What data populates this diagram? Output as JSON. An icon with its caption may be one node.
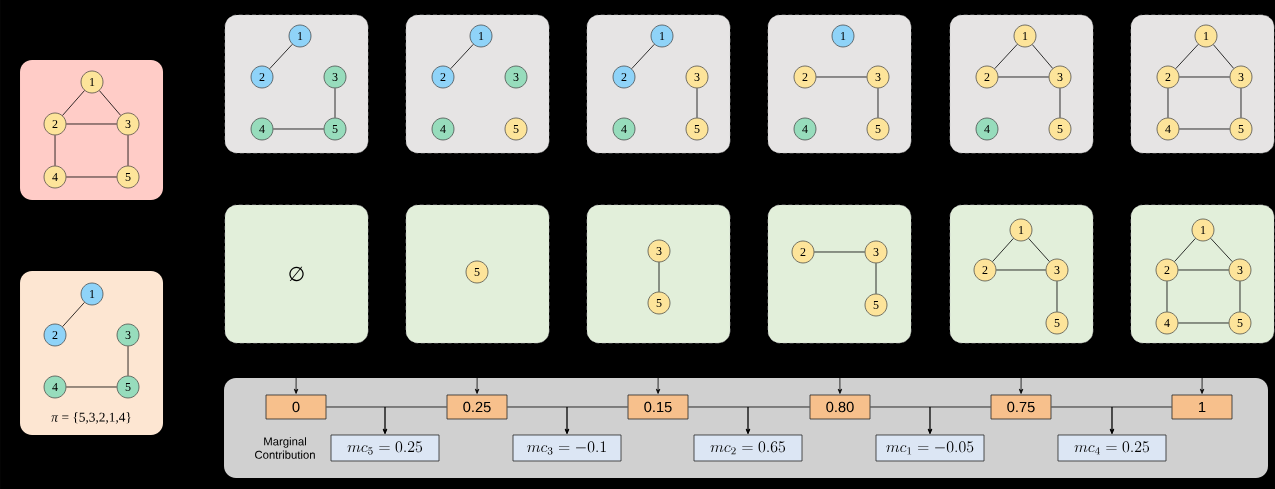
{
  "diagram": {
    "nodes": [
      {
        "text": [],
        "shape": "box"
      },
      {
        "text": [
          "1"
        ],
        "in": 0
      },
      {
        "text": [
          "2"
        ],
        "in": 0
      },
      {
        "text": [
          "3"
        ],
        "in": 0
      },
      {
        "text": [
          "4"
        ],
        "in": 0
      },
      {
        "text": [
          "5"
        ],
        "in": 0
      },
      {
        "text": [
          "*π* = {5,3,2,1,4}"
        ]
      },
      {
        "text": [
          "1"
        ],
        "in": 6
      },
      {
        "text": [
          "2"
        ],
        "in": 6
      },
      {
        "text": [
          "3"
        ],
        "in": 6
      },
      {
        "text": [
          "4"
        ],
        "in": 6
      },
      {
        "text": [
          "5"
        ],
        "in": 6
      },
      {
        "text": [],
        "shape": "box"
      },
      {
        "text": [
          "1"
        ],
        "in": 12
      },
      {
        "text": [
          "2"
        ],
        "in": 12
      },
      {
        "text": [
          "3"
        ],
        "in": 12
      },
      {
        "text": [
          "4"
        ],
        "in": 12
      },
      {
        "text": [
          "5"
        ],
        "in": 12
      },
      {
        "text": [],
        "shape": "box"
      },
      {
        "text": [
          "1"
        ],
        "in": 18
      },
      {
        "text": [
          "2"
        ],
        "in": 18
      },
      {
        "text": [
          "3"
        ],
        "in": 18
      },
      {
        "text": [
          "4"
        ],
        "in": 18
      },
      {
        "text": [
          "5"
        ],
        "in": 18
      },
      {
        "text": [],
        "shape": "box"
      },
      {
        "text": [
          "1"
        ],
        "in": 24
      },
      {
        "text": [
          "2"
        ],
        "in": 24
      },
      {
        "text": [
          "3"
        ],
        "in": 24
      },
      {
        "text": [
          "4"
        ],
        "in": 24
      },
      {
        "text": [
          "5"
        ],
        "in": 24
      },
      {
        "text": [],
        "shape": "box"
      },
      {
        "text": [
          "1"
        ],
        "in": 30
      },
      {
        "text": [
          "2"
        ],
        "in": 30
      },
      {
        "text": [
          "3"
        ],
        "in": 30
      },
      {
        "text": [
          "4"
        ],
        "in": 30
      },
      {
        "text": [
          "5"
        ],
        "in": 30
      },
      {
        "text": [],
        "shape": "box"
      },
      {
        "text": [
          "1"
        ],
        "in": 36
      },
      {
        "text": [
          "2"
        ],
        "in": 36
      },
      {
        "text": [
          "3"
        ],
        "in": 36
      },
      {
        "text": [
          "4"
        ],
        "in": 36
      },
      {
        "text": [
          "5"
        ],
        "in": 36
      },
      {
        "text": [],
        "shape": "box"
      },
      {
        "text": [
          "1"
        ],
        "in": 42
      },
      {
        "text": [
          "2"
        ],
        "in": 42
      },
      {
        "text": [
          "3"
        ],
        "in": 42
      },
      {
        "text": [
          "4"
        ],
        "in": 42
      },
      {
        "text": [
          "5"
        ],
        "in": 42
      },
      {
        "text": [
          "∅"
        ]
      },
      {
        "text": [],
        "shape": "box"
      },
      {
        "text": [
          "5"
        ],
        "in": 49
      },
      {
        "text": [],
        "shape": "box"
      },
      {
        "text": [
          "3"
        ],
        "in": 51
      },
      {
        "text": [
          "5"
        ],
        "in": 51
      },
      {
        "text": [],
        "shape": "box"
      },
      {
        "text": [
          "2"
        ],
        "in": 54
      },
      {
        "text": [
          "3"
        ],
        "in": 54
      },
      {
        "text": [
          "5"
        ],
        "in": 54
      },
      {
        "text": [],
        "shape": "box"
      },
      {
        "text": [
          "1"
        ],
        "in": 58
      },
      {
        "text": [
          "2"
        ],
        "in": 58
      },
      {
        "text": [
          "3"
        ],
        "in": 58
      },
      {
        "text": [
          "5"
        ],
        "in": 58
      },
      {
        "text": [],
        "shape": "box"
      },
      {
        "text": [
          "1"
        ],
        "in": 63
      },
      {
        "text": [
          "2"
        ],
        "in": 63
      },
      {
        "text": [
          "3"
        ],
        "in": 63
      },
      {
        "text": [
          "4"
        ],
        "in": 63
      },
      {
        "text": [
          "5"
        ],
        "in": 63
      },
      {
        "text": [],
        "shape": "box"
      },
      {
        "text": [
          "0"
        ],
        "in": 69
      },
      {
        "text": [
          "0.25"
        ],
        "in": 69
      },
      {
        "text": [
          "0.15"
        ],
        "in": 69
      },
      {
        "text": [
          "0.80"
        ],
        "in": 69
      },
      {
        "text": [
          "0.75"
        ],
        "in": 69
      },
      {
        "text": [
          "1"
        ],
        "in": 69
      },
      {
        "text": [
          "mc_5 = 0.25"
        ],
        "in": 69
      },
      {
        "text": [
          "mc_3 = -0.1"
        ],
        "in": 69
      },
      {
        "text": [
          "mc_2 = 0.65"
        ],
        "in": 69
      },
      {
        "text": [
          "mc_1 = -0.05"
        ],
        "in": 69
      },
      {
        "text": [
          "mc_4 = 0.25"
        ],
        "in": 69
      }
    ],
    "edges": [
      {
        "from": 1,
        "to": 2,
        "arrow": "none"
      },
      {
        "from": 1,
        "to": 3,
        "arrow": "none"
      },
      {
        "from": 2,
        "to": 3,
        "arrow": "none"
      },
      {
        "from": 2,
        "to": 4,
        "arrow": "none"
      },
      {
        "from": 3,
        "to": 5,
        "arrow": "none"
      },
      {
        "from": 4,
        "to": 5,
        "arrow": "none"
      },
      {
        "from": 7,
        "to": 8,
        "arrow": "none"
      },
      {
        "from": 9,
        "to": 11,
        "arrow": "none"
      },
      {
        "from": 10,
        "to": 11,
        "arrow": "none"
      },
      {
        "from": 13,
        "to": 14,
        "arrow": "none"
      },
      {
        "from": 15,
        "to": 17,
        "arrow": "none"
      },
      {
        "from": 16,
        "to": 17,
        "arrow": "none"
      },
      {
        "from": 19,
        "to": 20,
        "arrow": "none"
      },
      {
        "from": 25,
        "to": 26,
        "arrow": "none"
      },
      {
        "from": 27,
        "to": 29,
        "arrow": "none"
      },
      {
        "from": 32,
        "to": 33,
        "arrow": "none"
      },
      {
        "from": 33,
        "to": 35,
        "arrow": "none"
      },
      {
        "from": 37,
        "to": 38,
        "arrow": "none"
      },
      {
        "from": 37,
        "to": 39,
        "arrow": "none"
      },
      {
        "from": 38,
        "to": 39,
        "arrow": "none"
      },
      {
        "from": 39,
        "to": 41,
        "arrow": "none"
      },
      {
        "from": 43,
        "to": 44,
        "arrow": "none"
      },
      {
        "from": 43,
        "to": 45,
        "arrow": "none"
      },
      {
        "from": 44,
        "to": 45,
        "arrow": "none"
      },
      {
        "from": 44,
        "to": 46,
        "arrow": "none"
      },
      {
        "from": 45,
        "to": 47,
        "arrow": "none"
      },
      {
        "from": 46,
        "to": 47,
        "arrow": "none"
      },
      {
        "from": 52,
        "to": 53,
        "arrow": "none"
      },
      {
        "from": 55,
        "to": 56,
        "arrow": "none"
      },
      {
        "from": 56,
        "to": 57,
        "arrow": "none"
      },
      {
        "from": 59,
        "to": 60,
        "arrow": "none"
      },
      {
        "from": 59,
        "to": 61,
        "arrow": "none"
      },
      {
        "from": 60,
        "to": 61,
        "arrow": "none"
      },
      {
        "from": 61,
        "to": 62,
        "arrow": "none"
      },
      {
        "from": 64,
        "to": 65,
        "arrow": "none"
      },
      {
        "from": 64,
        "to": 66,
        "arrow": "none"
      },
      {
        "from": 65,
        "to": 66,
        "arrow": "none"
      },
      {
        "from": 65,
        "to": 67,
        "arrow": "none"
      },
      {
        "from": 66,
        "to": 68,
        "arrow": "none"
      },
      {
        "from": 67,
        "to": 68,
        "arrow": "none"
      },
      {
        "from": 48,
        "to": 70,
        "arrow": "to"
      },
      {
        "from": 49,
        "to": 71,
        "arrow": "to"
      },
      {
        "from": 51,
        "to": 72,
        "arrow": "to"
      },
      {
        "from": 54,
        "to": 73,
        "arrow": "to"
      },
      {
        "from": 58,
        "to": 74,
        "arrow": "to"
      },
      {
        "from": 63,
        "to": 75,
        "arrow": "to"
      },
      {
        "from": 70,
        "to": 76,
        "arrow": "to"
      },
      {
        "from": 71,
        "to": 76,
        "arrow": "to"
      },
      {
        "from": 71,
        "to": 77,
        "arrow": "to"
      },
      {
        "from": 72,
        "to": 77,
        "arrow": "to"
      },
      {
        "from": 72,
        "to": 78,
        "arrow": "to"
      },
      {
        "from": 73,
        "to": 78,
        "arrow": "to"
      },
      {
        "from": 73,
        "to": 79,
        "arrow": "to"
      },
      {
        "from": 74,
        "to": 79,
        "arrow": "to"
      },
      {
        "from": 74,
        "to": 80,
        "arrow": "to"
      },
      {
        "from": 75,
        "to": 80,
        "arrow": "to"
      }
    ],
    "labels": [
      "Marginal Contribution"
    ]
  }
}
